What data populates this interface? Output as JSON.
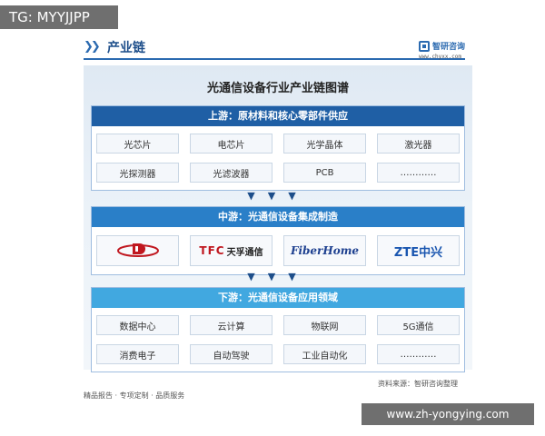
{
  "watermark_top": "TG: MYYJJPP",
  "header": {
    "chevrons": "❯❯",
    "section_title": "产业链",
    "logo_name": "智研咨询",
    "logo_url": "www.chyxx.com"
  },
  "diagram": {
    "title": "光通信设备行业产业链图谱",
    "upstream": {
      "heading": "上游：原材料和核心零部件供应",
      "items": [
        "光芯片",
        "电芯片",
        "光学晶体",
        "激光器",
        "光探测器",
        "光滤波器",
        "PCB",
        "…………"
      ]
    },
    "midstream": {
      "heading": "中游：光通信设备集成制造",
      "brands": [
        "",
        "TFC",
        "天孚通信",
        "FiberHome",
        "ZTE中兴"
      ]
    },
    "downstream": {
      "heading": "下游：光通信设备应用领域",
      "items": [
        "数据中心",
        "云计算",
        "物联网",
        "5G通信",
        "消费电子",
        "自动驾驶",
        "工业自动化",
        "…………"
      ]
    },
    "arrow_glyphs": "▼▼▼"
  },
  "footer": {
    "left_text": "精品报告 · 专项定制 · 品质服务",
    "source": "资料来源：智研咨询整理"
  },
  "watermark_bottom": "www.zh-yongying.com",
  "colors": {
    "upstream": "#1f5fa5",
    "midstream": "#2a7fc8",
    "downstream": "#41a8e0",
    "brand_blue": "#2b6ab0"
  }
}
